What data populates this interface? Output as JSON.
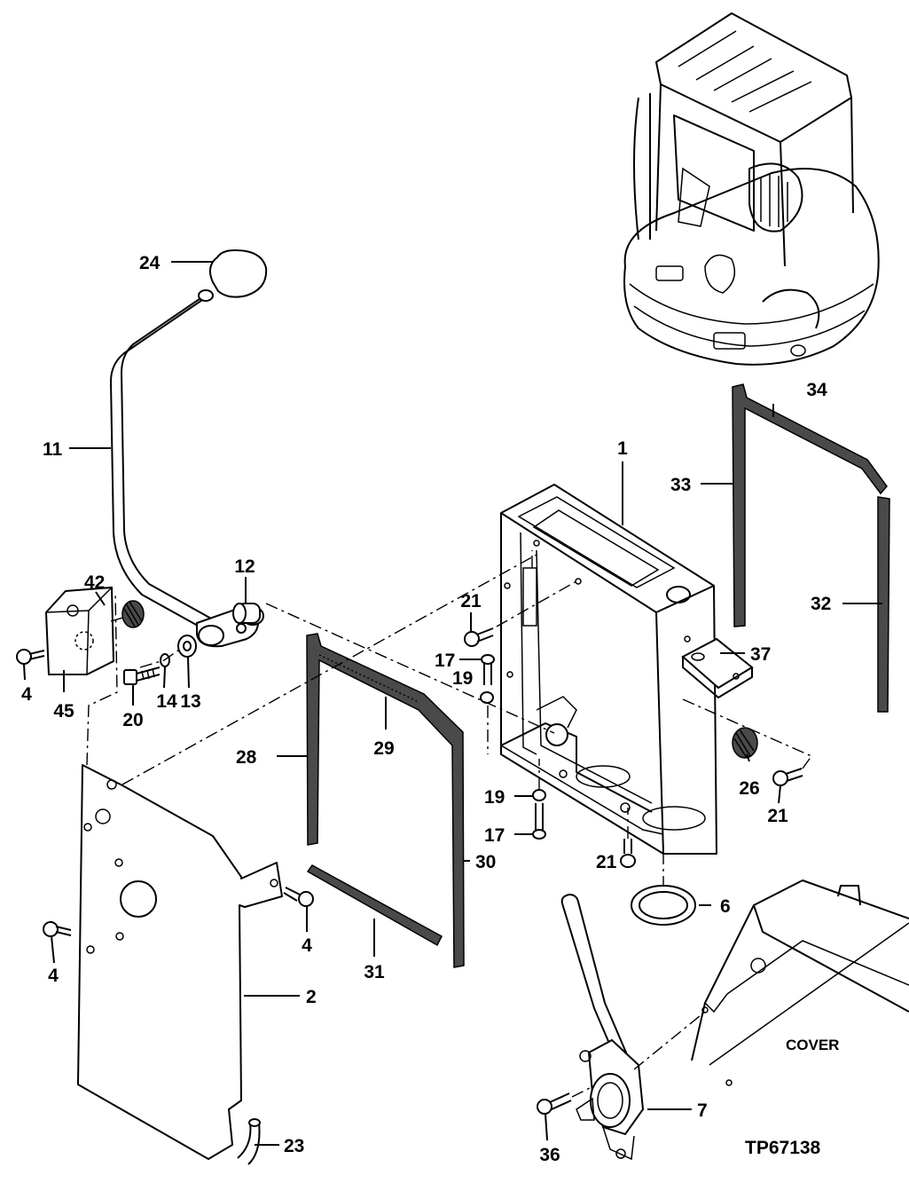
{
  "callouts": [
    {
      "id": "1",
      "label": "1"
    },
    {
      "id": "2",
      "label": "2"
    },
    {
      "id": "4a",
      "label": "4"
    },
    {
      "id": "4b",
      "label": "4"
    },
    {
      "id": "4c",
      "label": "4"
    },
    {
      "id": "6",
      "label": "6"
    },
    {
      "id": "7",
      "label": "7"
    },
    {
      "id": "11",
      "label": "11"
    },
    {
      "id": "12",
      "label": "12"
    },
    {
      "id": "13",
      "label": "13"
    },
    {
      "id": "14",
      "label": "14"
    },
    {
      "id": "17a",
      "label": "17"
    },
    {
      "id": "17b",
      "label": "17"
    },
    {
      "id": "19a",
      "label": "19"
    },
    {
      "id": "19b",
      "label": "19"
    },
    {
      "id": "20",
      "label": "20"
    },
    {
      "id": "21a",
      "label": "21"
    },
    {
      "id": "21b",
      "label": "21"
    },
    {
      "id": "21c",
      "label": "21"
    },
    {
      "id": "23",
      "label": "23"
    },
    {
      "id": "24",
      "label": "24"
    },
    {
      "id": "26",
      "label": "26"
    },
    {
      "id": "28",
      "label": "28"
    },
    {
      "id": "29",
      "label": "29"
    },
    {
      "id": "30",
      "label": "30"
    },
    {
      "id": "31",
      "label": "31"
    },
    {
      "id": "32",
      "label": "32"
    },
    {
      "id": "33",
      "label": "33"
    },
    {
      "id": "34",
      "label": "34"
    },
    {
      "id": "36",
      "label": "36"
    },
    {
      "id": "37",
      "label": "37"
    },
    {
      "id": "42",
      "label": "42"
    },
    {
      "id": "45",
      "label": "45"
    }
  ],
  "cover_label": "COVER",
  "figure_ref": "TP67138"
}
